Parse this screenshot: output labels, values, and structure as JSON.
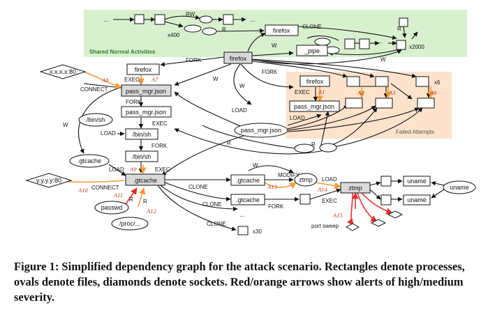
{
  "regions": {
    "shared": "Shared Normal Activities",
    "failed": "Failed Attempts"
  },
  "nodes": {
    "firefox_top": "firefox",
    "firefox_main": "firefox",
    "pipe": "_pipe",
    "firefox_left": "firefox",
    "pass_mgr_exec": "pass_mgr.json",
    "pass_mgr_fork": "pass_mgr.json",
    "bin_sh_1": "/bin/sh",
    "bin_sh_2": "/bin/sh",
    "bin_sh_file": "/bin/sh",
    "gtcache_file": ".gtcache",
    "gtcache_proc": ".gtcache",
    "firefox_failed": "firefox",
    "pass_mgr_failed": "pass_mgr.json",
    "pass_mgr_file": "pass_mgr.json",
    "gtcache_clone1": ".gtcache",
    "gtcache_clone2": ".gtcache",
    "ztmp_file": "ztmp",
    "ztmp_proc": "ztmp",
    "uname1": "uname",
    "uname2": "uname",
    "uname_file": "uname",
    "passwd": "passwd",
    "proc": "/proc/...",
    "socket_x": "x.x.x.x:80",
    "socket_y": "y.y.y.y:80",
    "ellipsis1": "...",
    "ellipsis2": "...",
    "ellipsis3": "...",
    "ellipsis4": "...",
    "port_sweep": "port sweep"
  },
  "edges": {
    "rw": "RW",
    "clone_top": "CLONE",
    "r_top": "R",
    "r_right": "R",
    "w_top": "W",
    "w_right": "W",
    "fork_top": "FORK",
    "fork_main": "FORK",
    "w_center": "W",
    "w_center2": "W",
    "exec1": "EXEC",
    "fork1": "FORK",
    "exec2": "EXEC",
    "load1": "LOAD",
    "fork2": "FORK",
    "load2": "LOAD",
    "exec3": "EXEC",
    "connect1": "CONNECT",
    "connect2": "CONNECT",
    "w_left": "W",
    "r_center": "R",
    "r_lower": "R",
    "load_center": "LOAD",
    "exec_failed": "EXEC",
    "load_failed": "LOAD",
    "clone1": "CLONE",
    "clone2": "CLONE",
    "clone3": "CLONE",
    "modify": "MODIFY",
    "w_modify": "W",
    "load_ztmp": "LOAD",
    "fork_gt": "FORK",
    "exec_ztmp": "EXEC",
    "r_passwd": "R",
    "r_proc": "R"
  },
  "counts": {
    "x400": "x400",
    "x2000": "x2000",
    "x6": "x6",
    "x30": "x30"
  },
  "alerts": {
    "A1": "A1",
    "A2": "A2",
    "A3": "A3",
    "A6": "A6",
    "A7": "A7",
    "A8": "A8",
    "A9": "A9",
    "A10": "A10",
    "A11": "A11",
    "A12": "A12",
    "A13": "A13",
    "A14": "A14",
    "A15": "A15"
  },
  "colors": {
    "shared_bg": "#d9f0cf",
    "failed_bg": "#fde3cc",
    "shared_text": "#2e7d32",
    "failed_text": "#555555",
    "high": "#e0302b",
    "medium": "#f39a3b",
    "highlight_node": "#d9d9d9"
  },
  "caption": "Figure 1: Simplified dependency graph for the attack scenario. Rectangles denote processes, ovals denote files, diamonds denote sockets. Red/orange arrows show alerts of high/medium severity."
}
